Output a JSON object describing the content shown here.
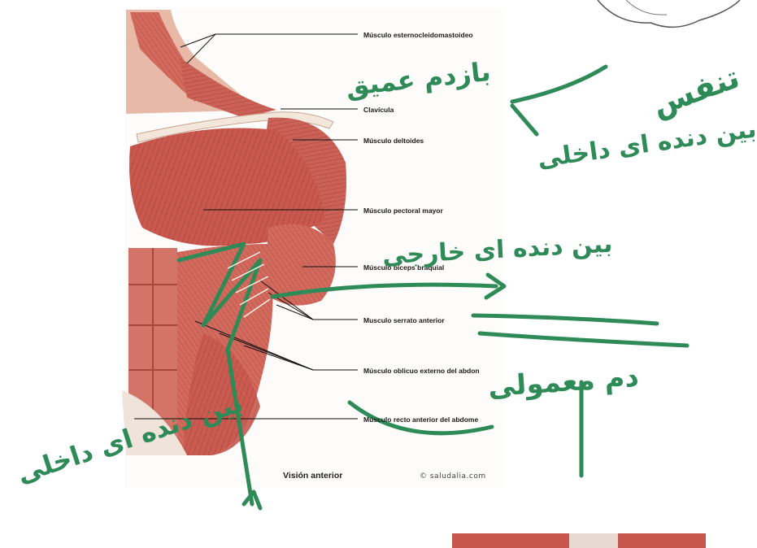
{
  "diagram": {
    "labels": [
      {
        "id": "esternocleidomastoideo",
        "text": "Músculo esternocleidomastoideo"
      },
      {
        "id": "clavicula",
        "text": "Clavícula"
      },
      {
        "id": "deltoides",
        "text": "Músculo deltoides"
      },
      {
        "id": "pectoral",
        "text": "Músculo pectoral mayor"
      },
      {
        "id": "biceps",
        "text": "Músculo bíceps braquial"
      },
      {
        "id": "serrato",
        "text": "Musculo serrato anterior"
      },
      {
        "id": "oblicuo",
        "text": "Músculo oblicuo externo del abdon"
      },
      {
        "id": "recto",
        "text": "Músculo recto anterior del abdome"
      }
    ],
    "caption": "Visión anterior",
    "credit": "© saludalia.com"
  },
  "annotations": {
    "ink_color": "#2e8b57",
    "notes": [
      {
        "id": "note-bazdam",
        "text": "بازدم عمیق"
      },
      {
        "id": "note-tanaffos",
        "text": "تنفس"
      },
      {
        "id": "note-dakheli-top",
        "text": "بین دنده ای داخلی"
      },
      {
        "id": "note-khareji",
        "text": "بین دنده ای خارجی"
      },
      {
        "id": "note-dam",
        "text": "دم معمولی"
      },
      {
        "id": "note-dakheli-bottom",
        "text": "بین دنده ای داخلی"
      }
    ]
  }
}
